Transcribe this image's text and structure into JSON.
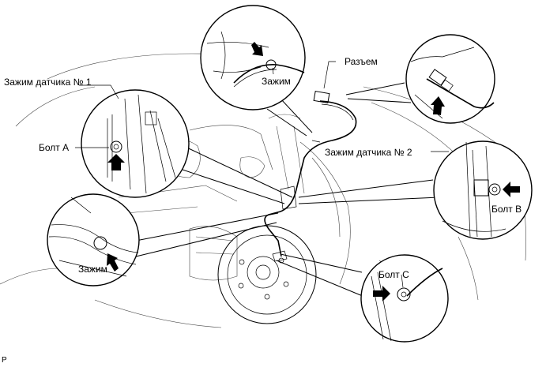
{
  "labels": {
    "sensor_clamp_1": "Зажим датчика № 1",
    "bolt_a": "Болт A",
    "clamp_top": "Зажим",
    "connector": "Разъем",
    "sensor_clamp_2": "Зажим датчика № 2",
    "bolt_b": "Болт B",
    "clamp_left": "Зажим",
    "bolt_c": "Болт C"
  },
  "footer_code": "P"
}
